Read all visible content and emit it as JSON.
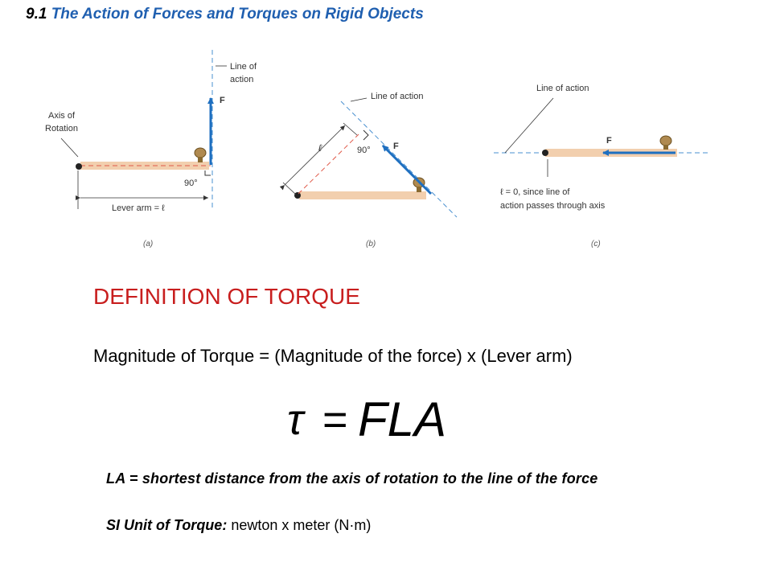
{
  "header": {
    "section_number": "9.1",
    "title": "The Action of Forces and Torques on Rigid Objects"
  },
  "figures": {
    "a": {
      "line_of_action": [
        "Line of",
        "action"
      ],
      "force": "F",
      "axis_label": [
        "Axis of",
        "Rotation"
      ],
      "angle": "90°",
      "lever_arm": "Lever arm = ℓ",
      "caption": "(a)"
    },
    "b": {
      "line_of_action": "Line of action",
      "lever": "ℓ",
      "angle": "90°",
      "force": "F",
      "caption": "(b)"
    },
    "c": {
      "line_of_action": "Line of action",
      "force": "F",
      "note": [
        "ℓ = 0, since line of",
        "action passes through axis"
      ],
      "caption": "(c)"
    }
  },
  "definition_heading": "DEFINITION OF TORQUE",
  "magnitude_text": "Magnitude of Torque = (Magnitude of the force) x (Lever arm)",
  "equation": {
    "tau": "τ",
    "equals": "=",
    "rhs": "FLA"
  },
  "la_text": "LA = shortest distance from the axis of rotation to the line of the force",
  "si_unit": {
    "label": "SI Unit of Torque:",
    "value": " newton x meter (N·m)"
  },
  "colors": {
    "title_blue": "#1f5fb0",
    "definition_red": "#c81e1e",
    "force_arrow": "#1e6fc0",
    "lever_bar": "#f2cfae"
  }
}
